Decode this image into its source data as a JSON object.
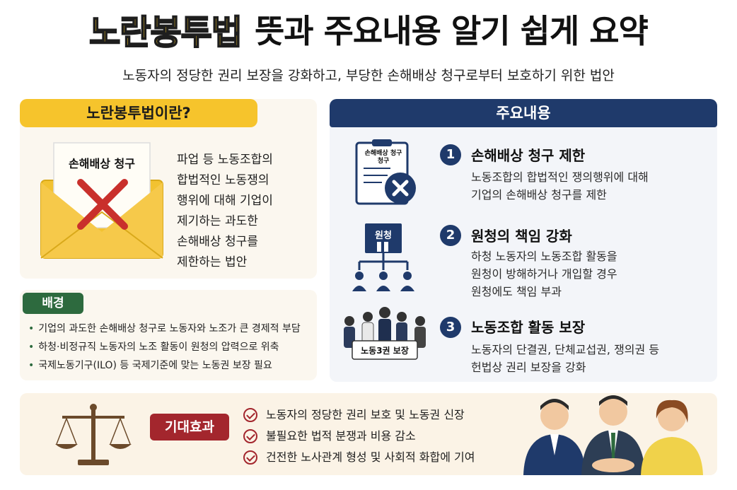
{
  "header": {
    "title_highlight": "노란봉투법",
    "title_rest": "뜻과 주요내용 알기 쉽게 요약",
    "subtitle": "노동자의 정당한 권리 보장을 강화하고, 부당한 손해배상 청구로부터 보호하기 위한 법안"
  },
  "definition": {
    "heading": "노란봉투법이란?",
    "envelope_label": "손해배상 청구",
    "lines": [
      "파업 등 노동조합의",
      "합법적인 노동쟁의",
      "행위에 대해 기업이",
      "제기하는 과도한",
      "손해배상 청구를",
      "제한하는 법안"
    ]
  },
  "background": {
    "heading": "배경",
    "items": [
      "기업의 과도한 손해배상 청구로 노동자와 노조가 큰 경제적 부담",
      "하청·비정규직 노동자의 노조 활동이 원청의 압력으로 위축",
      "국제노동기구(ILO) 등 국제기준에 맞는 노동권 보장 필요"
    ]
  },
  "main": {
    "heading": "주요내용",
    "items": [
      {
        "num": "1",
        "title": "손해배상 청구 제한",
        "desc": [
          "노동조합의 합법적인 쟁의행위에 대해",
          "기업의 손해배상 청구를 제한"
        ],
        "icon_text": "손해배상 청구\n청구"
      },
      {
        "num": "2",
        "title": "원청의 책임 강화",
        "desc": [
          "하청 노동자의 노동조합 활동을",
          "원청이 방해하거나 개입할 경우",
          "원청에도 책임 부과"
        ],
        "icon_text": "원청"
      },
      {
        "num": "3",
        "title": "노동조합 활동 보장",
        "desc": [
          "노동자의 단결권, 단체교섭권, 쟁의권 등",
          "헌법상 권리 보장을 강화"
        ],
        "icon_text": "노동3권 보장"
      }
    ]
  },
  "effects": {
    "heading": "기대효과",
    "items": [
      "노동자의 정당한 권리 보호 및 노동권 신장",
      "불필요한 법적 분쟁과 비용 감소",
      "건전한 노사관계 형성 및 사회적 화합에 기여"
    ]
  },
  "icons": [
    "envelope-icon",
    "clipboard-x-icon",
    "building-org-icon",
    "workers-sign-icon",
    "scales-icon",
    "handshake-people-icon"
  ],
  "colors": {
    "yellow": "#f6c42c",
    "navy": "#1f3a6b",
    "green": "#2d6a3e",
    "red": "#a3262d"
  }
}
